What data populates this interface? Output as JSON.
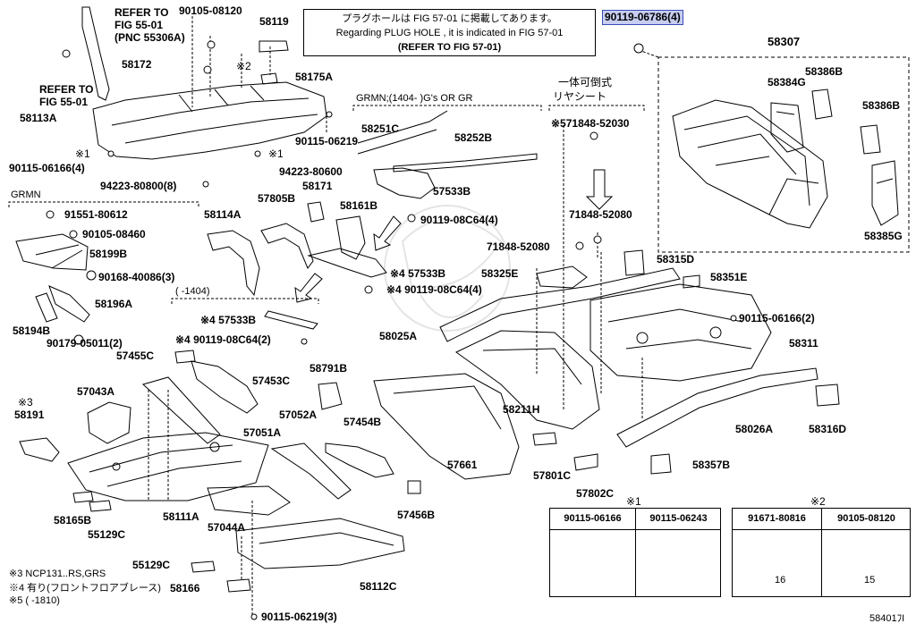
{
  "header": {
    "refer_top_1": "REFER TO",
    "refer_top_2": "FIG 55-01",
    "refer_top_3": "(PNC 55306A)",
    "refer_left_1": "REFER TO",
    "refer_left_2": "FIG 55-01",
    "note_jp": "プラグホールは FIG 57-01 に掲載してあります。",
    "note_en": "Regarding  PLUG  HOLE , it is indicated in FIG  57-01",
    "note_ref": "(REFER TO FIG 57-01)",
    "highlight_part": "90119-06786(4)",
    "grmn_gs": "GRMN;(1404-      )G's OR GR",
    "seat_jp_1": "一体可倒式",
    "seat_jp_2": "リヤシート",
    "grmn_left": "GRMN",
    "range_1404": "(      -1404)"
  },
  "parts": [
    {
      "id": "p90105_08120",
      "text": "90105-08120"
    },
    {
      "id": "p58119",
      "text": "58119"
    },
    {
      "id": "p58172",
      "text": "58172"
    },
    {
      "id": "p58175A",
      "text": "58175A"
    },
    {
      "id": "pmark2",
      "text": "※2"
    },
    {
      "id": "p58113A",
      "text": "58113A"
    },
    {
      "id": "pmark1a",
      "text": "※1"
    },
    {
      "id": "p90115_06166_4",
      "text": "90115-06166(4)"
    },
    {
      "id": "p90115_06219",
      "text": "90115-06219"
    },
    {
      "id": "pmark1b",
      "text": "※1"
    },
    {
      "id": "p94223_80600",
      "text": "94223-80600"
    },
    {
      "id": "p94223_80800_8",
      "text": "94223-80800(8)"
    },
    {
      "id": "p58307",
      "text": "58307"
    },
    {
      "id": "p58386B_a",
      "text": "58386B"
    },
    {
      "id": "p58384G",
      "text": "58384G"
    },
    {
      "id": "p58386B_b",
      "text": "58386B"
    },
    {
      "id": "p58385G",
      "text": "58385G"
    },
    {
      "id": "p58251C",
      "text": "58251C"
    },
    {
      "id": "p58252B",
      "text": "58252B"
    },
    {
      "id": "p571848_52030",
      "text": "※571848-52030"
    },
    {
      "id": "p57533B_a",
      "text": "57533B"
    },
    {
      "id": "p90119_08C64_4a",
      "text": "90119-08C64(4)"
    },
    {
      "id": "p71848_52080a",
      "text": "71848-52080"
    },
    {
      "id": "p91551_80612",
      "text": "91551-80612"
    },
    {
      "id": "p90105_08460",
      "text": "90105-08460"
    },
    {
      "id": "p58199B",
      "text": "58199B"
    },
    {
      "id": "p90168_40086_3",
      "text": "90168-40086(3)"
    },
    {
      "id": "p58196A",
      "text": "58196A"
    },
    {
      "id": "p58194B",
      "text": "58194B"
    },
    {
      "id": "p90179_05011_2",
      "text": "90179-05011(2)"
    },
    {
      "id": "p58114A",
      "text": "58114A"
    },
    {
      "id": "p57805B",
      "text": "57805B"
    },
    {
      "id": "p58171",
      "text": "58171"
    },
    {
      "id": "p58161B",
      "text": "58161B"
    },
    {
      "id": "p57533B_b",
      "text": "※4 57533B"
    },
    {
      "id": "p90119_08C64_4b",
      "text": "※4 90119-08C64(4)"
    },
    {
      "id": "p71848_52080b",
      "text": "71848-52080"
    },
    {
      "id": "p58315D",
      "text": "58315D"
    },
    {
      "id": "p58325E",
      "text": "58325E"
    },
    {
      "id": "p58351E",
      "text": "58351E"
    },
    {
      "id": "p57533B_c",
      "text": "※4 57533B"
    },
    {
      "id": "p90119_08C64_2",
      "text": "※4 90119-08C64(2)"
    },
    {
      "id": "p57455C",
      "text": "57455C"
    },
    {
      "id": "p90115_06166_2",
      "text": "90115-06166(2)"
    },
    {
      "id": "p58025A",
      "text": "58025A"
    },
    {
      "id": "p58311",
      "text": "58311"
    },
    {
      "id": "p57453C",
      "text": "57453C"
    },
    {
      "id": "p58791B",
      "text": "58791B"
    },
    {
      "id": "p57043A",
      "text": "57043A"
    },
    {
      "id": "pmark3",
      "text": "※3"
    },
    {
      "id": "p58191",
      "text": "58191"
    },
    {
      "id": "p57052A",
      "text": "57052A"
    },
    {
      "id": "p57454B",
      "text": "57454B"
    },
    {
      "id": "p58211H",
      "text": "58211H"
    },
    {
      "id": "p58026A",
      "text": "58026A"
    },
    {
      "id": "p58316D",
      "text": "58316D"
    },
    {
      "id": "p57051A",
      "text": "57051A"
    },
    {
      "id": "p57661",
      "text": "57661"
    },
    {
      "id": "p57801C",
      "text": "57801C"
    },
    {
      "id": "p58357B",
      "text": "58357B"
    },
    {
      "id": "p57802C",
      "text": "57802C"
    },
    {
      "id": "p58165B",
      "text": "58165B"
    },
    {
      "id": "p58111A",
      "text": "58111A"
    },
    {
      "id": "p57456B",
      "text": "57456B"
    },
    {
      "id": "p55129C_a",
      "text": "55129C"
    },
    {
      "id": "p57044A",
      "text": "57044A"
    },
    {
      "id": "p55129C_b",
      "text": "55129C"
    },
    {
      "id": "p58112C",
      "text": "58112C"
    },
    {
      "id": "p58166",
      "text": "58166"
    },
    {
      "id": "p90115_06219_3",
      "text": "90115-06219(3)"
    }
  ],
  "footnotes": {
    "n3": "※3 NCP131..RS,GRS",
    "n4": "※4 有り(フロントフロアブレース)",
    "n5": "※5 (      -1810)"
  },
  "tables": {
    "t1_mark": "※1",
    "t1_c1": "90115-06166",
    "t1_c2": "90115-06243",
    "t2_mark": "※2",
    "t2_c1": "91671-80816",
    "t2_c2": "90105-08120",
    "dim_16": "16",
    "dim_15": "15"
  },
  "figure_id": "58401ﾌI"
}
